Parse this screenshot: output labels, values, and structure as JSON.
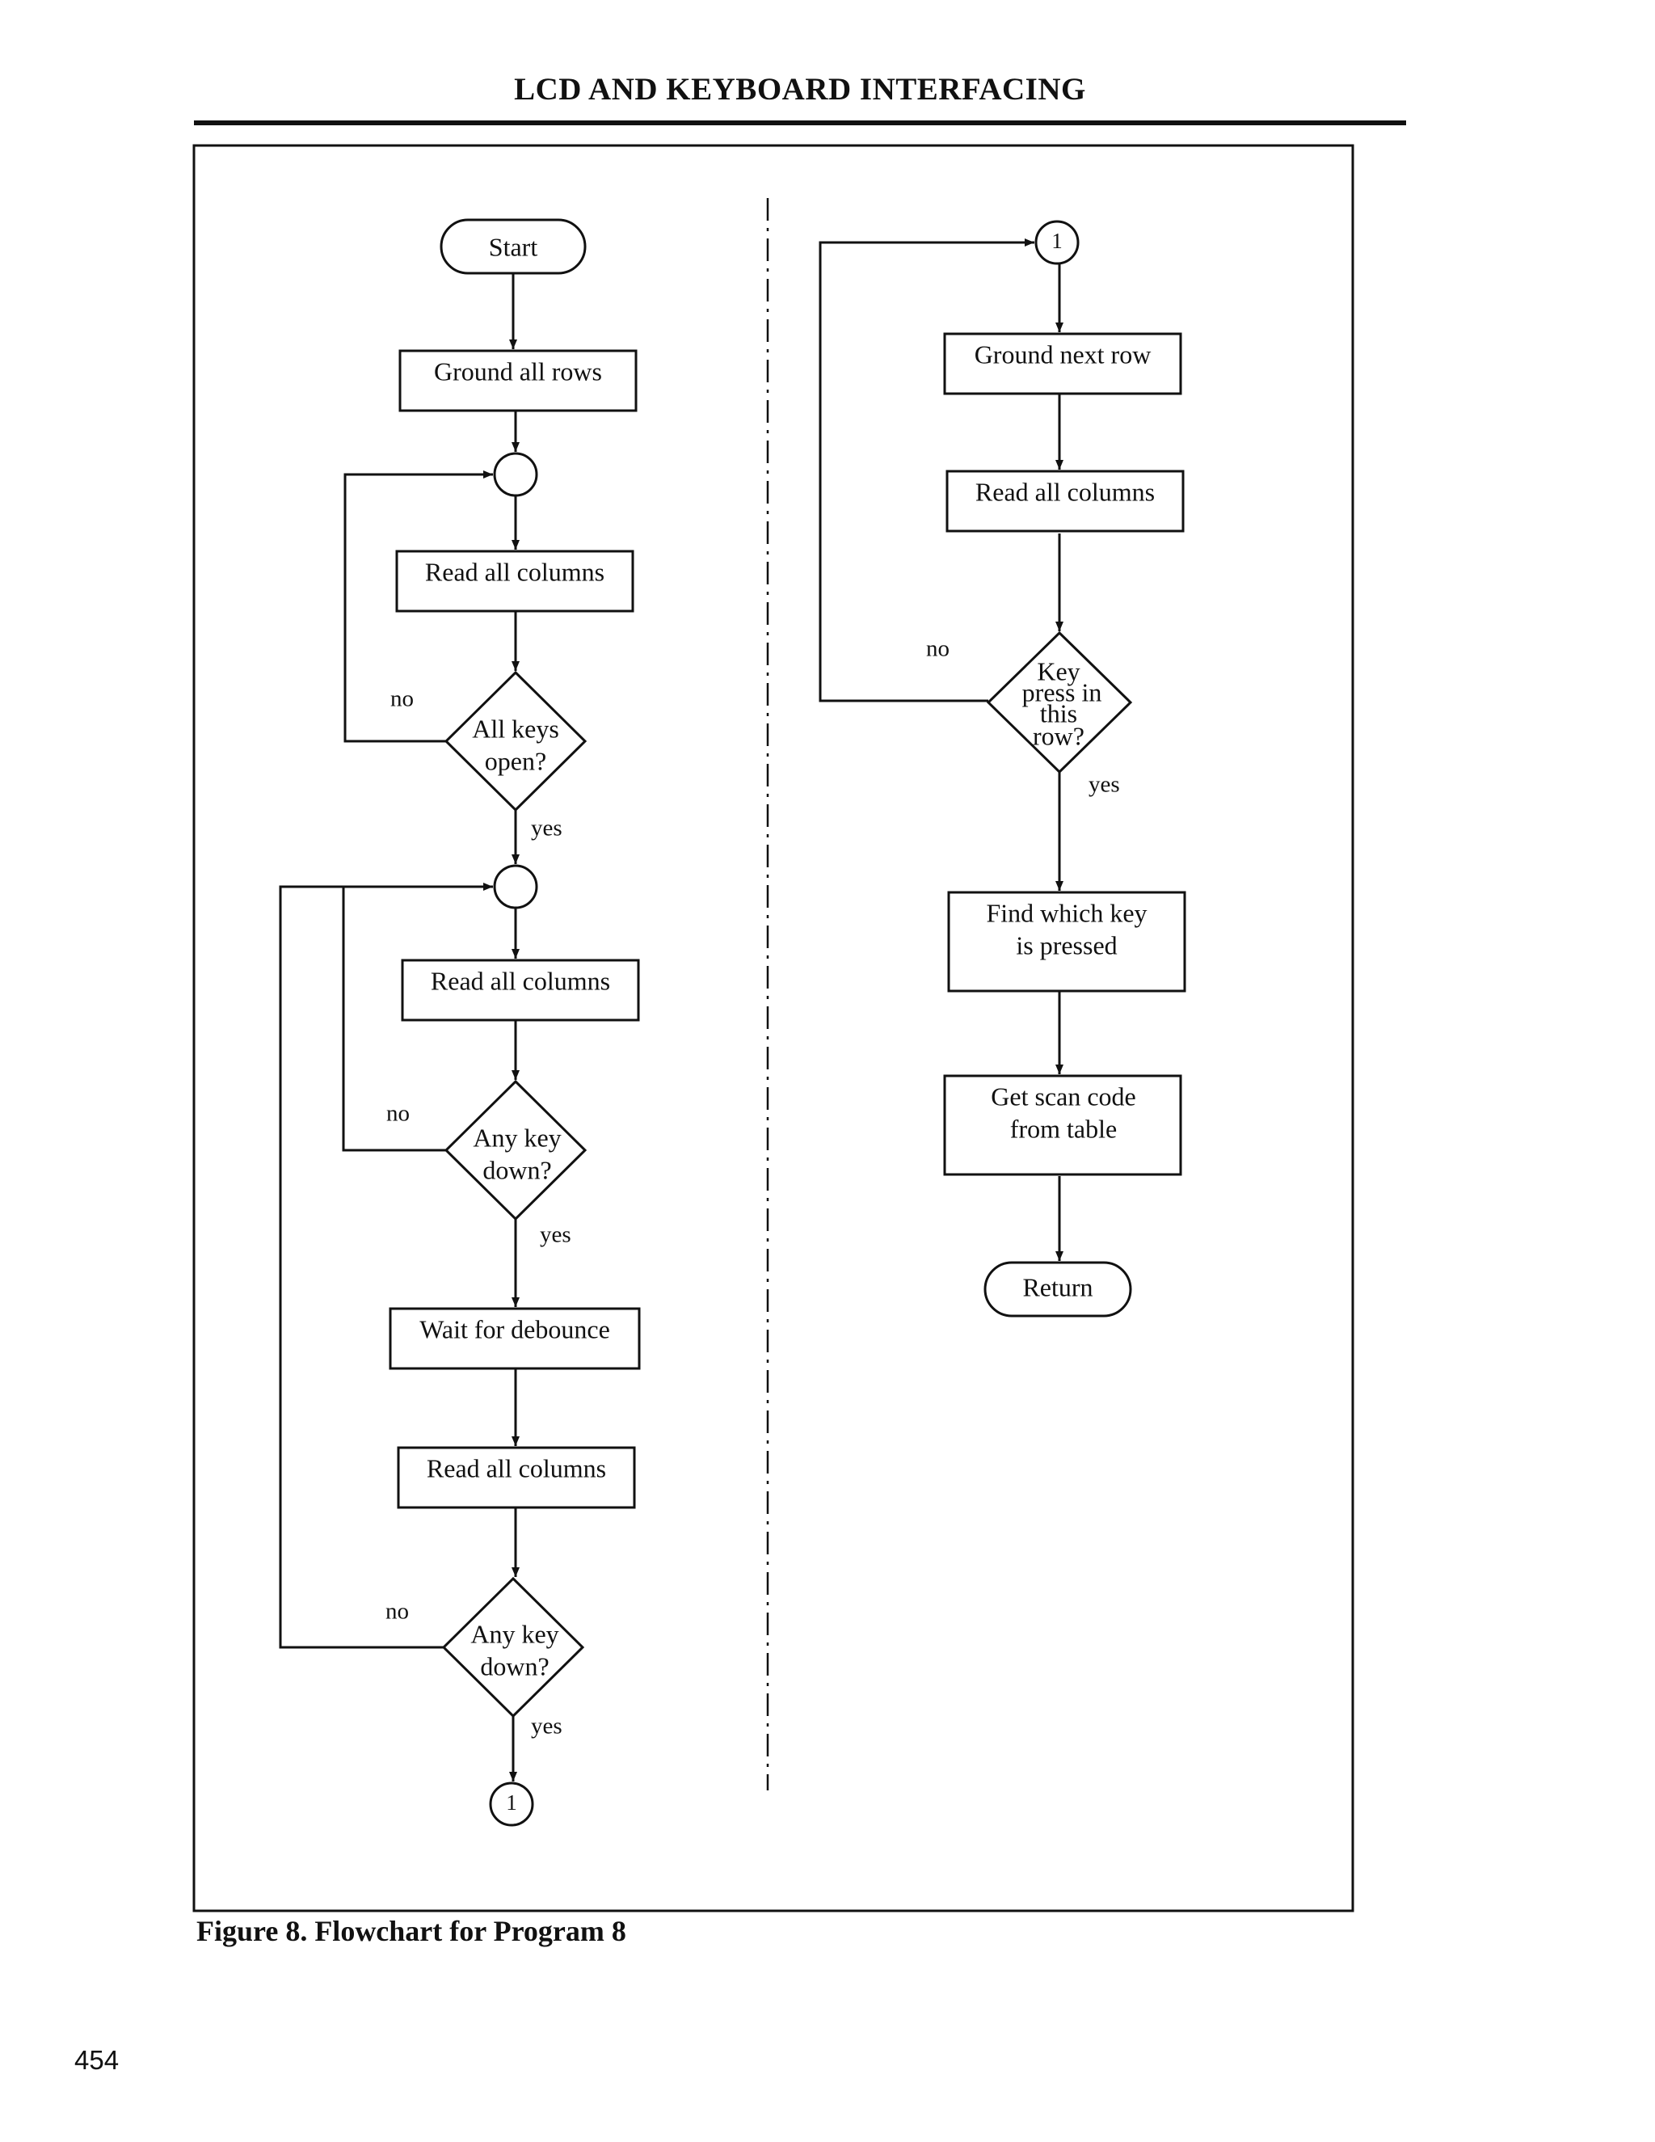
{
  "page": {
    "header": "LCD AND KEYBOARD INTERFACING",
    "caption": "Figure 8. Flowchart for Program 8",
    "page_number": "454"
  },
  "flowchart": {
    "left": {
      "start": "Start",
      "ground_all_rows": "Ground all rows",
      "read_cols_1": "Read all columns",
      "all_keys_open": [
        "All keys",
        "open?"
      ],
      "no_1": "no",
      "yes_1": "yes",
      "read_cols_2": "Read all columns",
      "any_key_down_1": [
        "Any key",
        "down?"
      ],
      "no_2": "no",
      "yes_2": "yes",
      "wait_debounce": "Wait for debounce",
      "read_cols_3": "Read all columns",
      "any_key_down_2": [
        "Any key",
        "down?"
      ],
      "no_3": "no",
      "yes_3": "yes",
      "connector_out": "1"
    },
    "right": {
      "connector_in": "1",
      "ground_next_row": "Ground next row",
      "read_cols": "Read all columns",
      "key_press_in_row": [
        "Key",
        "press in",
        "this",
        "row?"
      ],
      "no": "no",
      "yes": "yes",
      "find_key": [
        "Find which key",
        "is pressed"
      ],
      "get_scan_code": [
        "Get scan code",
        "from table"
      ],
      "return": "Return"
    }
  }
}
